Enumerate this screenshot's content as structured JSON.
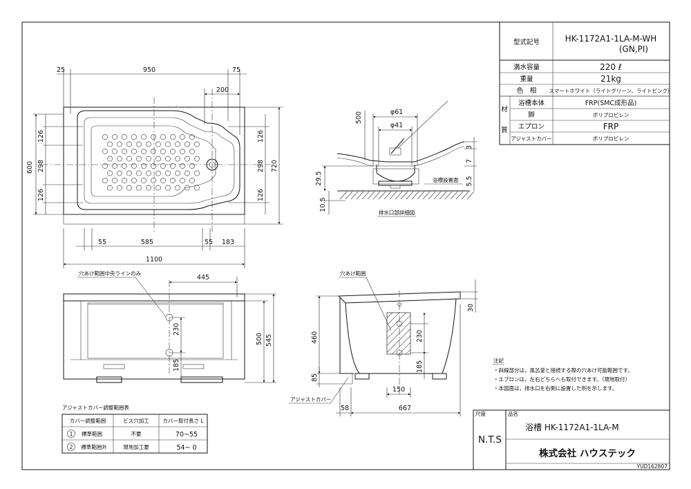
{
  "spec": {
    "model_label": "型式記号",
    "model_value": "HK-1172A1-1LA-M-WH",
    "model_value2": "(GN,PI)",
    "capacity_label": "満水容量",
    "capacity_value": "220 ℓ",
    "weight_label": "重量",
    "weight_value": "21kg",
    "color_label": "色　相",
    "color_value": "スマートホワイト（ライトグリーン、ライトピンク）",
    "material_label_1": "材",
    "material_label_2": "質",
    "body_label": "浴槽本体",
    "body_value": "FRP(SMC成形品)",
    "leg_label": "脚",
    "leg_value": "ポリプロピレン",
    "apron_label": "エプロン",
    "apron_value": "FRP",
    "adjust_label": "アジャストカバー",
    "adjust_value": "ポリプロピレン"
  },
  "top_dims": {
    "d25": "25",
    "d950": "950",
    "d75": "75",
    "d200": "200",
    "l126a": "126",
    "l298": "298",
    "l126b": "126",
    "l600": "600",
    "r126a": "126",
    "r298": "298",
    "r126b": "126",
    "r720": "720",
    "b55a": "55",
    "b585": "585",
    "b55b": "55",
    "b183": "183",
    "b1100": "1100"
  },
  "drain": {
    "d61": "φ61",
    "d41": "φ41",
    "d500": "500",
    "d3": "3",
    "d7": "7",
    "d55": "5.5",
    "d295": "29.5",
    "d105": "10.5",
    "floor_label": "浴槽設置面",
    "caption": "排水口部詳細図"
  },
  "front": {
    "hole_label": "穴あけ範囲中央ラインのみ",
    "d445": "445",
    "d230": "230",
    "d185": "185",
    "d500": "500",
    "d545": "545"
  },
  "side": {
    "hole_label": "穴あけ範囲",
    "d30": "30",
    "d460": "460",
    "d230": "230",
    "d185": "185",
    "d85": "85",
    "d150": "150",
    "d58": "58",
    "d667": "667",
    "adjust_label": "アジャストカバー"
  },
  "adjust_table": {
    "title": "アジャストカバー調整範囲表",
    "headers": [
      "カバー調整範囲",
      "ビス穴加工",
      "カバー取付長さ L"
    ],
    "rows": [
      {
        "num": "1",
        "range": "標準範囲",
        "screw": "不要",
        "length": "70~55"
      },
      {
        "num": "2",
        "range": "標準範囲外",
        "screw": "現地加工要",
        "length": "54~ 0"
      }
    ]
  },
  "notes": {
    "title": "注記",
    "items": [
      "・斜線部分は，風呂釜と接続する際の穴あけ可能範囲です。",
      "・エプロンは，左右どちらへも取付できます。（現地取付）",
      "・本図面は，排水口を右側に設置した例を示します。"
    ]
  },
  "title_block": {
    "scale_label": "尺度",
    "name_label": "品名",
    "scale_value": "N.T.S",
    "product_name": "浴槽 HK-1172A1-1LA-M",
    "company": "株式会社 ハウステック",
    "drawing_no": "YUD162807"
  }
}
